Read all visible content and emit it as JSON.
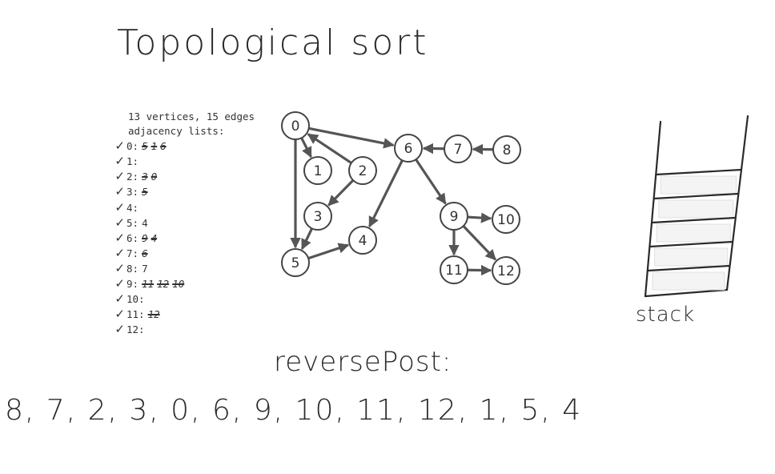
{
  "title": "Topological sort",
  "adjacency": {
    "header_1": "13 vertices, 15 edges",
    "header_2": "adjacency lists:",
    "rows": [
      {
        "label": "0:",
        "checked": true,
        "entries": [
          {
            "v": "5",
            "struck": true
          },
          {
            "v": "1",
            "struck": true
          },
          {
            "v": "6",
            "struck": true
          }
        ]
      },
      {
        "label": "1:",
        "checked": true,
        "entries": []
      },
      {
        "label": "2:",
        "checked": true,
        "entries": [
          {
            "v": "3",
            "struck": true
          },
          {
            "v": "0",
            "struck": true
          }
        ]
      },
      {
        "label": "3:",
        "checked": true,
        "entries": [
          {
            "v": "5",
            "struck": true
          }
        ]
      },
      {
        "label": "4:",
        "checked": true,
        "entries": []
      },
      {
        "label": "5:",
        "checked": true,
        "entries": [
          {
            "v": "4",
            "struck": false
          }
        ]
      },
      {
        "label": "6:",
        "checked": true,
        "entries": [
          {
            "v": "9",
            "struck": true
          },
          {
            "v": "4",
            "struck": true
          }
        ]
      },
      {
        "label": "7:",
        "checked": true,
        "entries": [
          {
            "v": "6",
            "struck": true
          }
        ]
      },
      {
        "label": "8:",
        "checked": true,
        "entries": [
          {
            "v": "7",
            "struck": false
          }
        ]
      },
      {
        "label": "9:",
        "checked": true,
        "entries": [
          {
            "v": "11",
            "struck": true
          },
          {
            "v": "12",
            "struck": true
          },
          {
            "v": "10",
            "struck": true
          }
        ]
      },
      {
        "label": "10:",
        "checked": true,
        "entries": []
      },
      {
        "label": "11:",
        "checked": true,
        "entries": [
          {
            "v": "12",
            "struck": true
          }
        ]
      },
      {
        "label": "12:",
        "checked": true,
        "entries": []
      }
    ]
  },
  "graph": {
    "nodes": [
      "0",
      "1",
      "2",
      "3",
      "4",
      "5",
      "6",
      "7",
      "8",
      "9",
      "10",
      "11",
      "12"
    ],
    "edges": [
      [
        "0",
        "5"
      ],
      [
        "0",
        "1"
      ],
      [
        "0",
        "6"
      ],
      [
        "2",
        "3"
      ],
      [
        "2",
        "0"
      ],
      [
        "3",
        "5"
      ],
      [
        "5",
        "4"
      ],
      [
        "6",
        "9"
      ],
      [
        "6",
        "4"
      ],
      [
        "7",
        "6"
      ],
      [
        "8",
        "7"
      ],
      [
        "9",
        "11"
      ],
      [
        "9",
        "12"
      ],
      [
        "9",
        "10"
      ],
      [
        "11",
        "12"
      ]
    ]
  },
  "stack": {
    "label": "stack",
    "slots": 5
  },
  "reverse_post": {
    "label": "reversePost:",
    "sequence": "8, 7, 2, 3, 0, 6, 9, 10, 11, 12, 1, 5, 4"
  }
}
